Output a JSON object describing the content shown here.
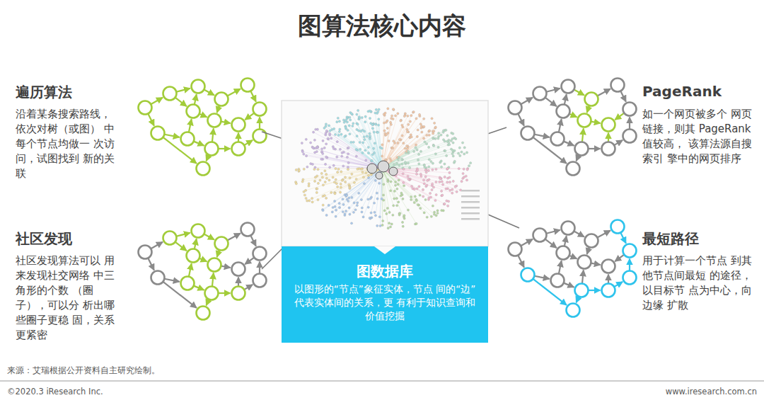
{
  "diagram": {
    "title": "图算法核心内容",
    "nodes": [
      {
        "text": [
          "图数据库",
          "以图形的“节点”象征实体，节点 间的“边”代表实体间的关系，更 有利于知识查询和价值挖掘"
        ]
      }
    ],
    "labels": [
      "遍历算法",
      "沿着某条搜索路线， 依次对树（或图） 中每个节点均做一 次访问，试图找到 新的关联",
      "PageRank",
      "如一个网页被多个 网页链接，则其 PageRank值较高， 该算法源自搜索引 擎中的网页排序",
      "社区发现",
      "社区发现算法可以 用来发现社交网络 中三角形的个数 （圈子），可以分 析出哪些圈子更稳 固，关系更紧密",
      "最短路径",
      "用于计算一个节点 到其他节点间最短 的途径，以目标节 点为中心，向边缘 扩散",
      "来源：艾瑞根据公开资料自主研究绘制。",
      "©2020.3 iResearch Inc.",
      "www.iresearch.com.cn"
    ]
  }
}
